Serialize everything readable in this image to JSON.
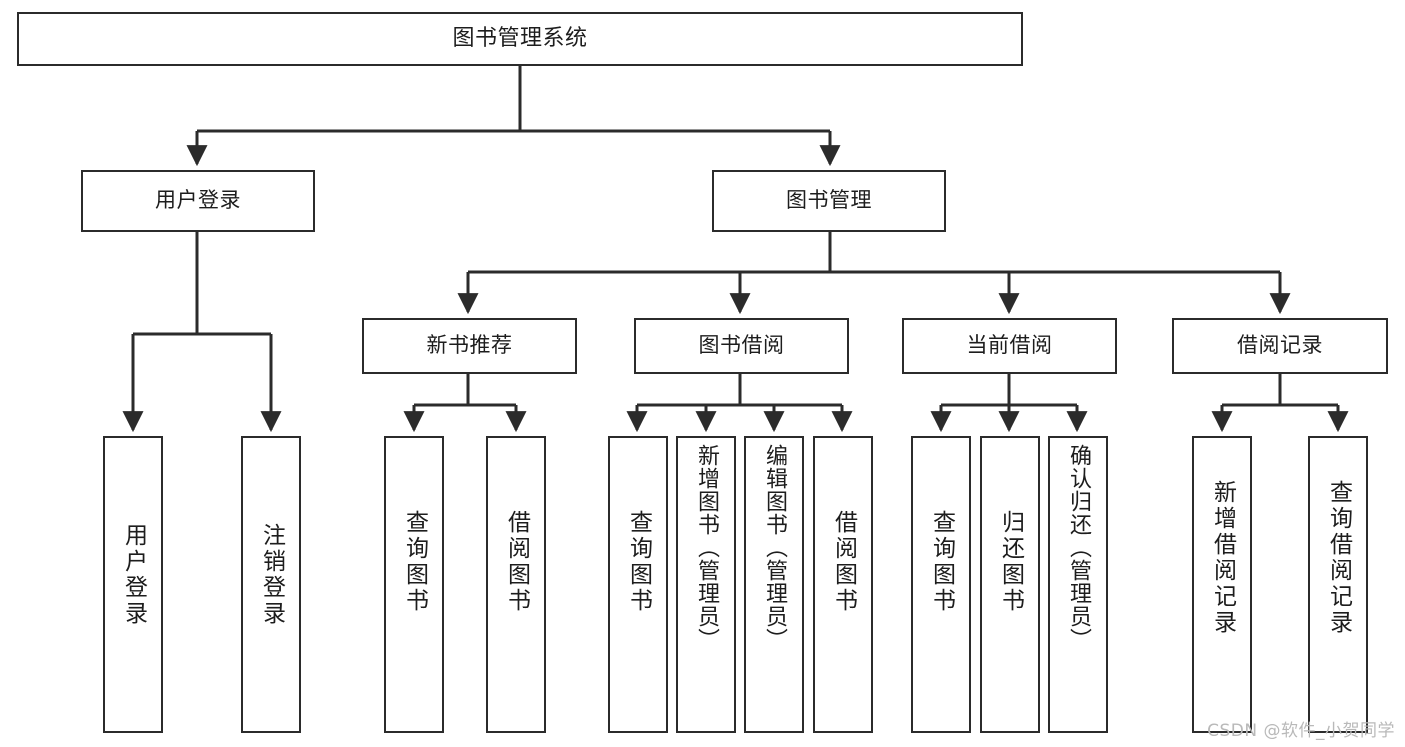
{
  "diagram": {
    "type": "tree",
    "title": "图书管理系统",
    "orientation": "top-down",
    "edge_style": "orthogonal-arrow",
    "colors": {
      "box_border": "#2b2b2b",
      "box_fill": "#ffffff",
      "edge": "#2b2b2b",
      "text": "#1d1d1d",
      "watermark": "#b9b9b9",
      "background": "#ffffff"
    }
  },
  "root": {
    "label": "图书管理系统"
  },
  "level2": [
    {
      "label": "用户登录"
    },
    {
      "label": "图书管理"
    }
  ],
  "level3": [
    {
      "label": "新书推荐"
    },
    {
      "label": "图书借阅"
    },
    {
      "label": "当前借阅"
    },
    {
      "label": "借阅记录"
    }
  ],
  "leaves": {
    "user_login": [
      {
        "label": "用户登录"
      },
      {
        "label": "注销登录"
      }
    ],
    "new_book_recommend": [
      {
        "label": "查询图书"
      },
      {
        "label": "借阅图书"
      }
    ],
    "book_borrow": [
      {
        "label": "查询图书"
      },
      {
        "label": "新增图书（管理员）"
      },
      {
        "label": "编辑图书（管理员）"
      },
      {
        "label": "借阅图书"
      }
    ],
    "current_borrow": [
      {
        "label": "查询图书"
      },
      {
        "label": "归还图书"
      },
      {
        "label": "确认归还（管理员）"
      }
    ],
    "borrow_record": [
      {
        "label": "新增借阅记录"
      },
      {
        "label": "查询借阅记录"
      }
    ]
  },
  "watermark": {
    "text": "CSDN @软件_小贺同学"
  }
}
